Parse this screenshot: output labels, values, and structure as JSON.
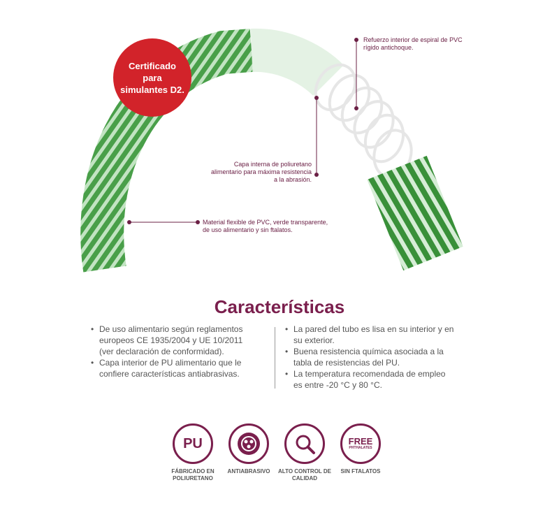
{
  "badge": {
    "text": "Certificado para simulantes D2."
  },
  "callouts": {
    "spiral": "Refuerzo interior de espiral de PVC rígido antichoque.",
    "inner": "Capa interna de poliuretano alimentario para máxima resistencia a la abrasión.",
    "material": "Material flexible de PVC, verde transparente, de uso alimentario y sin ftalatos."
  },
  "section": {
    "title": "Características"
  },
  "features_left": [
    "De uso alimentario según reglamentos europeos CE 1935/2004 y UE 10/2011 (ver declaración de conformidad).",
    "Capa interior de PU alimentario que le confiere características antiabrasivas."
  ],
  "features_right": [
    "La pared del tubo es lisa en su interior y en su exterior.",
    "Buena resistencia química asociada a la tabla de resistencias del PU.",
    "La temperatura recomendada de empleo es entre -20 °C y 80 °C."
  ],
  "icons": [
    {
      "symbol": "PU",
      "label": "Fábricado en poliuretano",
      "icon": "pu-icon"
    },
    {
      "symbol": "",
      "label": "Antiabrasivo",
      "icon": "antiabrasive-icon"
    },
    {
      "symbol": "",
      "label": "Alto control de calidad",
      "icon": "magnifier-icon"
    },
    {
      "symbol": "FREE",
      "sub": "PHTHALATES",
      "label": "Sin ftalatos",
      "icon": "phthalates-free-icon"
    }
  ],
  "colors": {
    "accent": "#7a1f4d",
    "badge": "#d2232a",
    "hose_green": "#2e8b2e"
  }
}
